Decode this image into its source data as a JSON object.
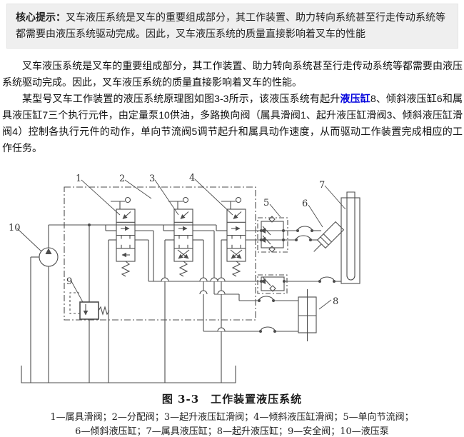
{
  "notice": {
    "label": "核心提示：",
    "text": "叉车液压系统是叉车的重要组成部分，其工作装置、助力转向系统甚至行走传动系统等都需要由液压系统驱动完成。因此，叉车液压系统的质量直接影响着叉车的性能"
  },
  "paragraph1": "叉车液压系统是叉车的重要组成部分，其工作装置、助力转向系统甚至行走传动系统等都需要由液压系统驱动完成。因此，叉车液压系统的质量直接影响着叉车的性能。",
  "paragraph2": {
    "before_link": "某型号叉车工作装置的液压系统原理图如图3-3所示，该液压系统有起升",
    "link": "液压缸",
    "after_link": "8、倾斜液压缸6和属具液压缸7三个执行元件，由定量泵10供油，多路换向阀（属具滑阀1、起升液压缸滑阀3、倾斜液压缸滑阀4）控制各执行元件的动作，单向节流阀5调节起升和属具动作速度，从而驱动工作装置完成相应的工作任务。"
  },
  "figure": {
    "caption": "图 3-3　工作装置液压系统",
    "legend_line1": "1—属具滑阀；2—分配阀；3—起升液压缸滑阀；4—倾斜液压缸滑阀；5—单向节流阀；",
    "legend_line2": "6—倾斜液压缸；7—属具液压缸；8—起升液压缸；9—安全阀；10—液压泵"
  },
  "diagram": {
    "labels": [
      "1",
      "2",
      "3",
      "4",
      "5",
      "6",
      "7",
      "8",
      "9",
      "10"
    ],
    "line_color": "#4d4d4d",
    "link_color": "#0000dd",
    "notice_bg": "#efefef"
  }
}
